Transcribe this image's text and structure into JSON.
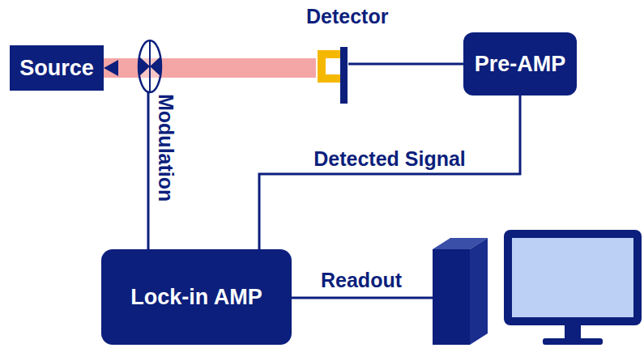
{
  "diagram": {
    "nodes": [
      {
        "text": [
          "Source"
        ]
      },
      {
        "text": [
          "Detector"
        ]
      },
      {
        "text": [
          "Pre-AMP"
        ]
      },
      {
        "text": [
          "Lock-in AMP"
        ]
      }
    ],
    "edges": [
      {
        "from": 0,
        "to": 1,
        "arrow": "none"
      },
      {
        "from": 1,
        "to": 2,
        "arrow": "none"
      },
      {
        "from": 2,
        "to": 3,
        "label": "Detected Signal",
        "arrow": "none"
      }
    ],
    "labels": [
      "Modulation",
      "Readout"
    ]
  }
}
